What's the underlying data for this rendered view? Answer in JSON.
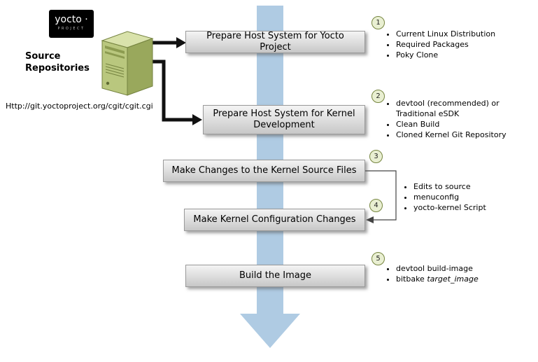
{
  "logo": {
    "brand": "yocto ·",
    "sub": "PROJECT"
  },
  "source_repositories": {
    "label": "Source Repositories",
    "url": "Http://git.yoctoproject.org/cgit/cgit.cgi"
  },
  "steps": [
    {
      "num": "1",
      "label": "Prepare Host System for Yocto Project",
      "bullets": [
        "Current Linux Distribution",
        "Required Packages",
        "Poky Clone"
      ]
    },
    {
      "num": "2",
      "label": "Prepare Host System for Kernel Development",
      "bullets": [
        "devtool (recommended) or Traditional eSDK",
        "Clean Build",
        "Cloned Kernel Git Repository"
      ]
    },
    {
      "num": "3",
      "label": "Make Changes to the Kernel Source Files",
      "bullets": []
    },
    {
      "num": "4",
      "label": "Make Kernel Configuration Changes",
      "bullets": []
    },
    {
      "num": "5",
      "label": "Build the Image",
      "bullets_rich": [
        {
          "text": "devtool build-image",
          "em": ""
        },
        {
          "text": "bitbake ",
          "em": "target_image"
        }
      ]
    }
  ],
  "shared_bullets": [
    "Edits to source",
    "menuconfig",
    "yocto-kernel Script"
  ],
  "colors": {
    "flow_arrow_blue": "#afcbe3",
    "box_gray": "#dcdcdc",
    "circle_fill": "#e9efd2",
    "circle_border": "#76853f",
    "connector_black": "#111111"
  }
}
